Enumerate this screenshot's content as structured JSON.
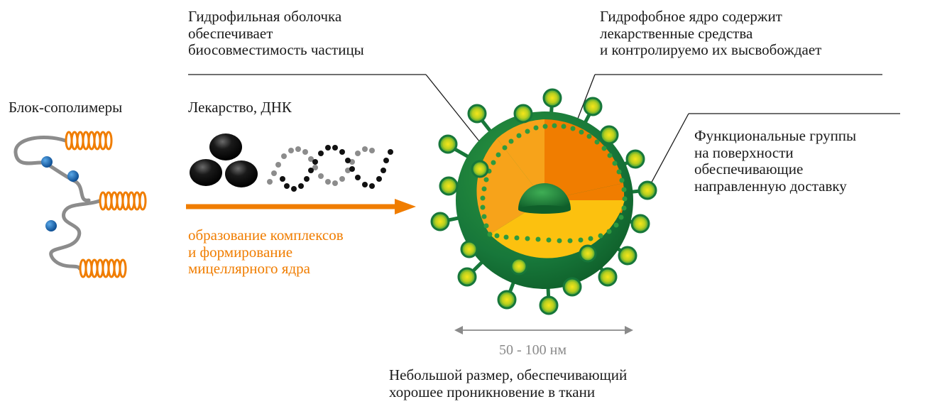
{
  "labels": {
    "shell": "Гидрофильная оболочка\nобеспечивает\nбиосовместимость частицы",
    "core": "Гидрофобное ядро содержит\nлекарственные средства\nи контролируемо их высвобождает",
    "copolymers": "Блок-сополимеры",
    "drug_dna": "Лекарство, ДНК",
    "functional_groups": "Функциональные группы\nна поверхности\nобеспечивающие\nнаправленную доставку",
    "process": "образование комплексов\nи формирование\nмицеллярного ядра",
    "size_range": "50 - 100 нм",
    "size_note": "Небольшой размер, обеспечивающий\nхорошее проникновение в ткани"
  },
  "colors": {
    "orange": "#f07d00",
    "dark_green": "#0f6b2e",
    "light_green": "#2e9a3e",
    "yellow_core": "#fcc10f",
    "blue_ball": "#1466b0",
    "gray_chain": "#8c8c8c"
  }
}
